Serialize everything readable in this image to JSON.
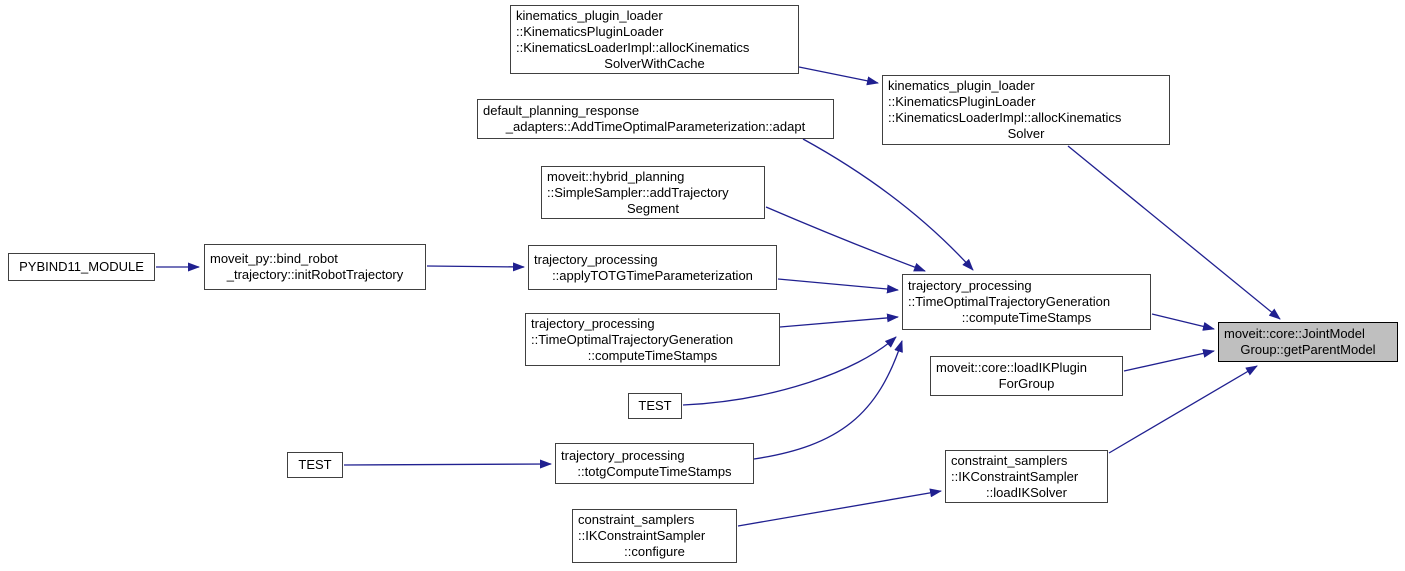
{
  "diagram": {
    "type": "call-graph",
    "highlighted_node_id": "get-parent-model",
    "colors": {
      "edge": "#202090",
      "node_fill": "#ffffff",
      "node_border": "#404040",
      "highlight_fill": "#bfbfbf",
      "highlight_border": "#000000",
      "text": "#000000",
      "background": "#ffffff"
    },
    "nodes": [
      {
        "id": "alloc-kinematics-solver-with-cache",
        "highlight": false,
        "lines": [
          "kinematics_plugin_loader",
          "::KinematicsPluginLoader",
          "::KinematicsLoaderImpl::allocKinematics",
          "SolverWithCache"
        ]
      },
      {
        "id": "alloc-kinematics-solver",
        "highlight": false,
        "lines": [
          "kinematics_plugin_loader",
          "::KinematicsPluginLoader",
          "::KinematicsLoaderImpl::allocKinematics",
          "Solver"
        ]
      },
      {
        "id": "add-time-optimal-parameterization-adapt",
        "highlight": false,
        "lines": [
          "default_planning_response",
          "_adapters::AddTimeOptimalParameterization::adapt"
        ]
      },
      {
        "id": "simple-sampler-add-trajectory-segment",
        "highlight": false,
        "lines": [
          "moveit::hybrid_planning",
          "::SimpleSampler::addTrajectory",
          "Segment"
        ]
      },
      {
        "id": "pybind11-module",
        "highlight": false,
        "lines": [
          "PYBIND11_MODULE"
        ]
      },
      {
        "id": "init-robot-trajectory",
        "highlight": false,
        "lines": [
          "moveit_py::bind_robot",
          "_trajectory::initRobotTrajectory"
        ]
      },
      {
        "id": "apply-totg-time-parameterization",
        "highlight": false,
        "lines": [
          "trajectory_processing",
          "::applyTOTGTimeParameterization"
        ]
      },
      {
        "id": "compute-time-stamps-overload",
        "highlight": false,
        "lines": [
          "trajectory_processing",
          "::TimeOptimalTrajectoryGeneration",
          "::computeTimeStamps"
        ]
      },
      {
        "id": "compute-time-stamps",
        "highlight": false,
        "lines": [
          "trajectory_processing",
          "::TimeOptimalTrajectoryGeneration",
          "::computeTimeStamps"
        ]
      },
      {
        "id": "get-parent-model",
        "highlight": true,
        "lines": [
          "moveit::core::JointModel",
          "Group::getParentModel"
        ]
      },
      {
        "id": "load-ik-plugin-for-group",
        "highlight": false,
        "lines": [
          "moveit::core::loadIKPlugin",
          "ForGroup"
        ]
      },
      {
        "id": "test-totg",
        "highlight": false,
        "lines": [
          "TEST"
        ]
      },
      {
        "id": "totg-compute-time-stamps",
        "highlight": false,
        "lines": [
          "trajectory_processing",
          "::totgComputeTimeStamps"
        ]
      },
      {
        "id": "test-2",
        "highlight": false,
        "lines": [
          "TEST"
        ]
      },
      {
        "id": "ik-constraint-sampler-load-ik-solver",
        "highlight": false,
        "lines": [
          "constraint_samplers",
          "::IKConstraintSampler",
          "::loadIKSolver"
        ]
      },
      {
        "id": "ik-constraint-sampler-configure",
        "highlight": false,
        "lines": [
          "constraint_samplers",
          "::IKConstraintSampler",
          "::configure"
        ]
      }
    ],
    "edges": [
      {
        "from": "alloc-kinematics-solver-with-cache",
        "to": "alloc-kinematics-solver"
      },
      {
        "from": "alloc-kinematics-solver",
        "to": "get-parent-model"
      },
      {
        "from": "add-time-optimal-parameterization-adapt",
        "to": "compute-time-stamps"
      },
      {
        "from": "simple-sampler-add-trajectory-segment",
        "to": "compute-time-stamps"
      },
      {
        "from": "pybind11-module",
        "to": "init-robot-trajectory"
      },
      {
        "from": "init-robot-trajectory",
        "to": "apply-totg-time-parameterization"
      },
      {
        "from": "apply-totg-time-parameterization",
        "to": "compute-time-stamps"
      },
      {
        "from": "compute-time-stamps-overload",
        "to": "compute-time-stamps"
      },
      {
        "from": "test-totg",
        "to": "compute-time-stamps"
      },
      {
        "from": "totg-compute-time-stamps",
        "to": "compute-time-stamps"
      },
      {
        "from": "test-2",
        "to": "totg-compute-time-stamps"
      },
      {
        "from": "compute-time-stamps",
        "to": "get-parent-model"
      },
      {
        "from": "load-ik-plugin-for-group",
        "to": "get-parent-model"
      },
      {
        "from": "ik-constraint-sampler-load-ik-solver",
        "to": "get-parent-model"
      },
      {
        "from": "ik-constraint-sampler-configure",
        "to": "ik-constraint-sampler-load-ik-solver"
      }
    ]
  }
}
